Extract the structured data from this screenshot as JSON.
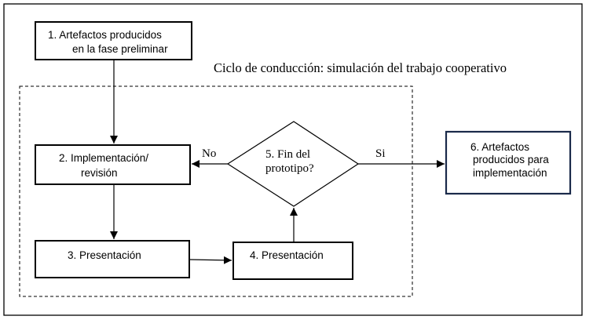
{
  "diagram": {
    "title": "Ciclo de conducción: simulación del trabajo cooperativo",
    "nodes": {
      "n1": {
        "line1": "1.   Artefactos producidos",
        "line2": "en la fase preliminar"
      },
      "n2": {
        "line1": "2.   Implementación/",
        "line2": "revisión"
      },
      "n3": {
        "line1": "3.   Presentación"
      },
      "n4": {
        "line1": "4.   Presentación"
      },
      "n5": {
        "line1": "5. Fin del",
        "line2": "prototipo?"
      },
      "n6": {
        "line1": "6.   Artefactos",
        "line2": "producidos para",
        "line3": "implementación"
      }
    },
    "edge_labels": {
      "no": "No",
      "si": "Si"
    },
    "colors": {
      "stroke": "#000000",
      "accent_box": "#1a2a4a",
      "background": "#ffffff"
    }
  }
}
